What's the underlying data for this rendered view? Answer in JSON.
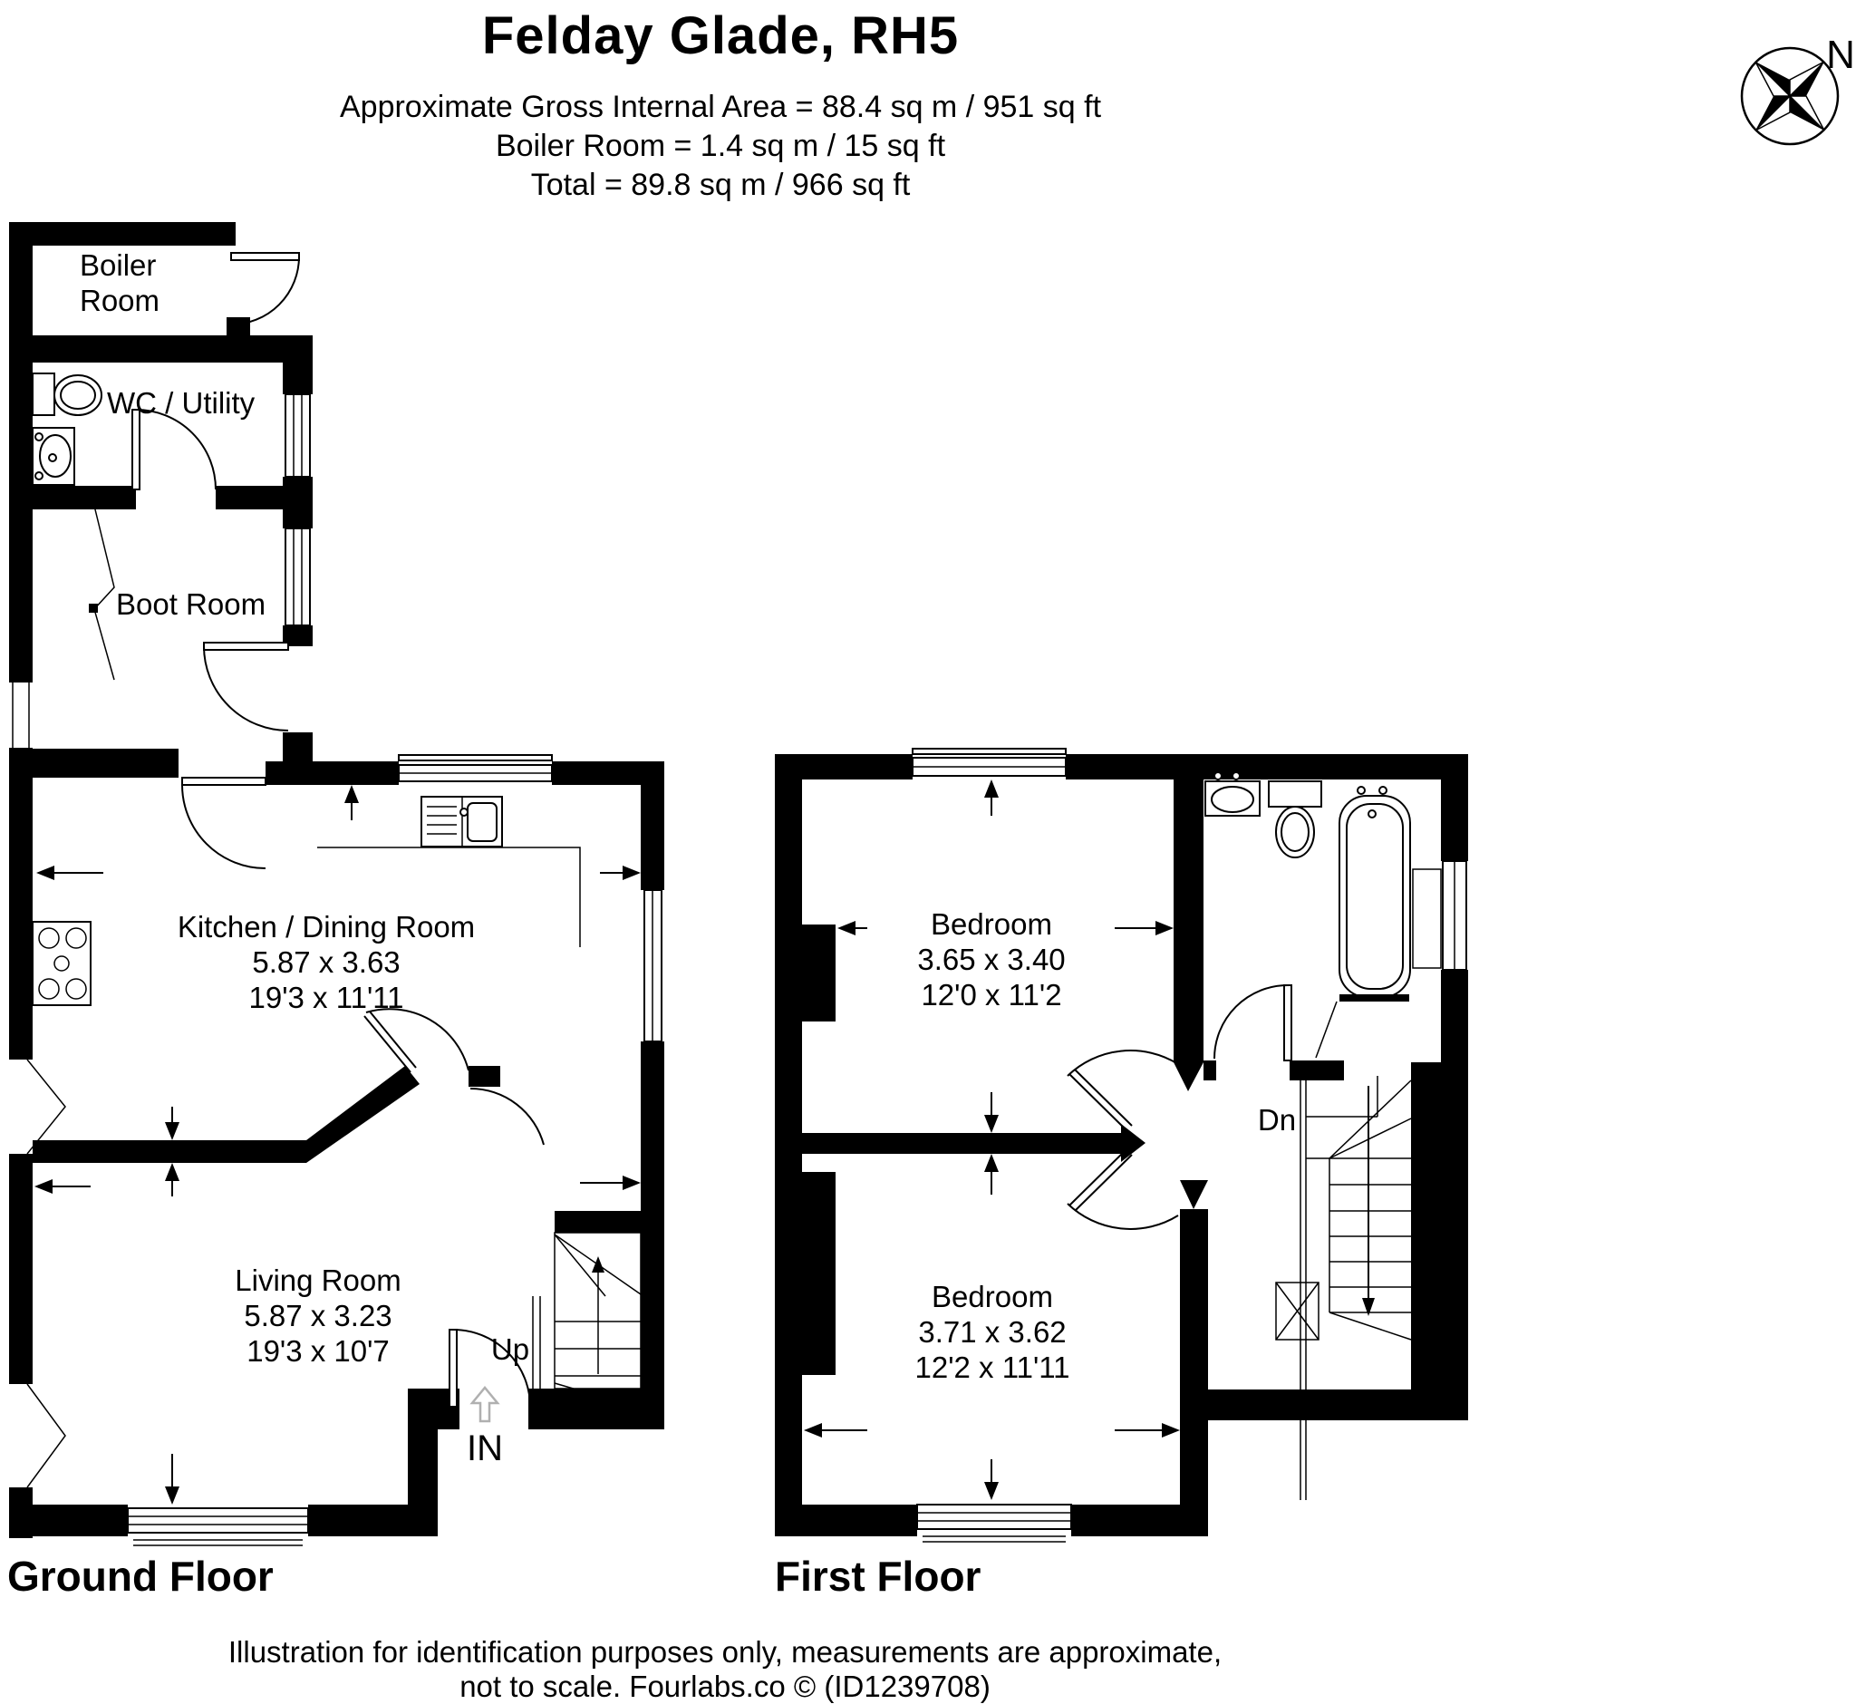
{
  "header": {
    "title": "Felday Glade, RH5",
    "subtitle_line1": "Approximate Gross Internal Area = 88.4 sq m / 951 sq ft",
    "subtitle_line2": "Boiler Room = 1.4 sq m / 15 sq ft",
    "subtitle_line3": "Total = 89.8 sq m / 966 sq ft"
  },
  "compass": {
    "north_label": "N"
  },
  "ground_floor": {
    "floor_label": "Ground Floor",
    "boiler_room": {
      "name_line1": "Boiler",
      "name_line2": "Room"
    },
    "wc_utility": {
      "name": "WC / Utility"
    },
    "boot_room": {
      "name": "Boot Room"
    },
    "kitchen_dining": {
      "name": "Kitchen / Dining Room",
      "size_metric": "5.87 x 3.63",
      "size_imperial": "19'3 x 11'11"
    },
    "living_room": {
      "name": "Living Room",
      "size_metric": "5.87 x 3.23",
      "size_imperial": "19'3 x 10'7"
    },
    "stairs_label": "Up",
    "entrance_label": "IN"
  },
  "first_floor": {
    "floor_label": "First Floor",
    "bedroom_front": {
      "name": "Bedroom",
      "size_metric": "3.65 x 3.40",
      "size_imperial": "12'0 x 11'2"
    },
    "bedroom_back": {
      "name": "Bedroom",
      "size_metric": "3.71 x 3.62",
      "size_imperial": "12'2 x 11'11"
    },
    "stairs_label": "Dn"
  },
  "footer": {
    "line1": "Illustration for identification purposes only, measurements are approximate,",
    "line2": "not to scale. Fourlabs.co © (ID1239708)"
  },
  "colors": {
    "wall": "#000000",
    "background": "#ffffff",
    "text": "#000000"
  }
}
